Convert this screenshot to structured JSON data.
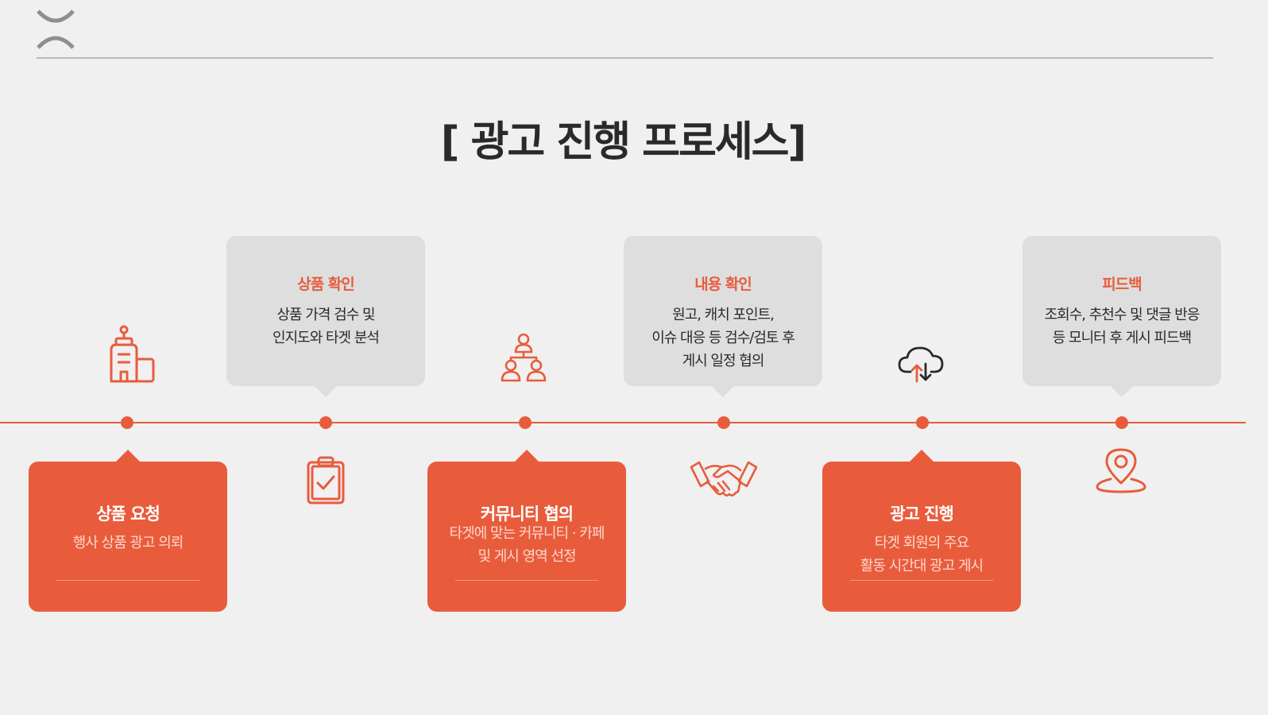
{
  "page": {
    "title": "[ 광고 진행 프로세스]"
  },
  "colors": {
    "accent": "#e85c3c",
    "background": "#f0f0f0",
    "gray_box": "#dedede"
  },
  "steps": [
    {
      "title": "상품 요청",
      "lines": [
        "행사 상품 광고 의뢰"
      ],
      "style": "orange",
      "icon": "building-icon"
    },
    {
      "title": "상품 확인",
      "lines": [
        "상품 가격 검수 및",
        "인지도와 타겟 분석"
      ],
      "style": "gray",
      "icon": "clipboard-check-icon"
    },
    {
      "title": "커뮤니티 협의",
      "lines": [
        "타겟에 맞는 커뮤니티 · 카페",
        "및 게시 영역 선정"
      ],
      "style": "orange",
      "icon": "people-network-icon"
    },
    {
      "title": "내용 확인",
      "lines": [
        "원고, 캐치 포인트,",
        "이슈 대응 등 검수/검토 후",
        "게시 일정 협의"
      ],
      "style": "gray",
      "icon": "handshake-icon"
    },
    {
      "title": "광고 진행",
      "lines": [
        "타겟 회원의 주요",
        "활동 시간대 광고 게시"
      ],
      "style": "orange",
      "icon": "cloud-sync-icon"
    },
    {
      "title": "피드백",
      "lines": [
        "조회수, 추천수 및 댓글 반응",
        "등 모니터 후 게시 피드백"
      ],
      "style": "gray",
      "icon": "location-pin-icon"
    }
  ]
}
